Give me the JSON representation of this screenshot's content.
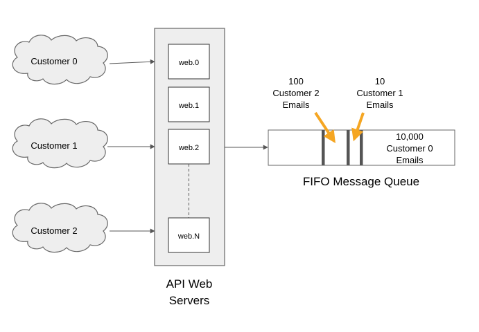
{
  "customers": [
    {
      "label": "Customer 0"
    },
    {
      "label": "Customer 1"
    },
    {
      "label": "Customer 2"
    }
  ],
  "servers": {
    "items": [
      "web.0",
      "web.1",
      "web.2",
      "web.N"
    ],
    "caption_line1": "API Web",
    "caption_line2": "Servers"
  },
  "queue": {
    "caption": "FIFO Message Queue",
    "bulk_block": [
      "10,000",
      "Customer 0",
      "Emails"
    ],
    "annotations": [
      {
        "lines": [
          "100",
          "Customer 2",
          "Emails"
        ]
      },
      {
        "lines": [
          "10",
          "Customer 1",
          "Emails"
        ]
      }
    ]
  },
  "colors": {
    "arrow_orange": "#F5A623",
    "server_panel_fill": "#EEEEEE",
    "stroke_gray": "#666666",
    "queue_divider": "#555555"
  }
}
